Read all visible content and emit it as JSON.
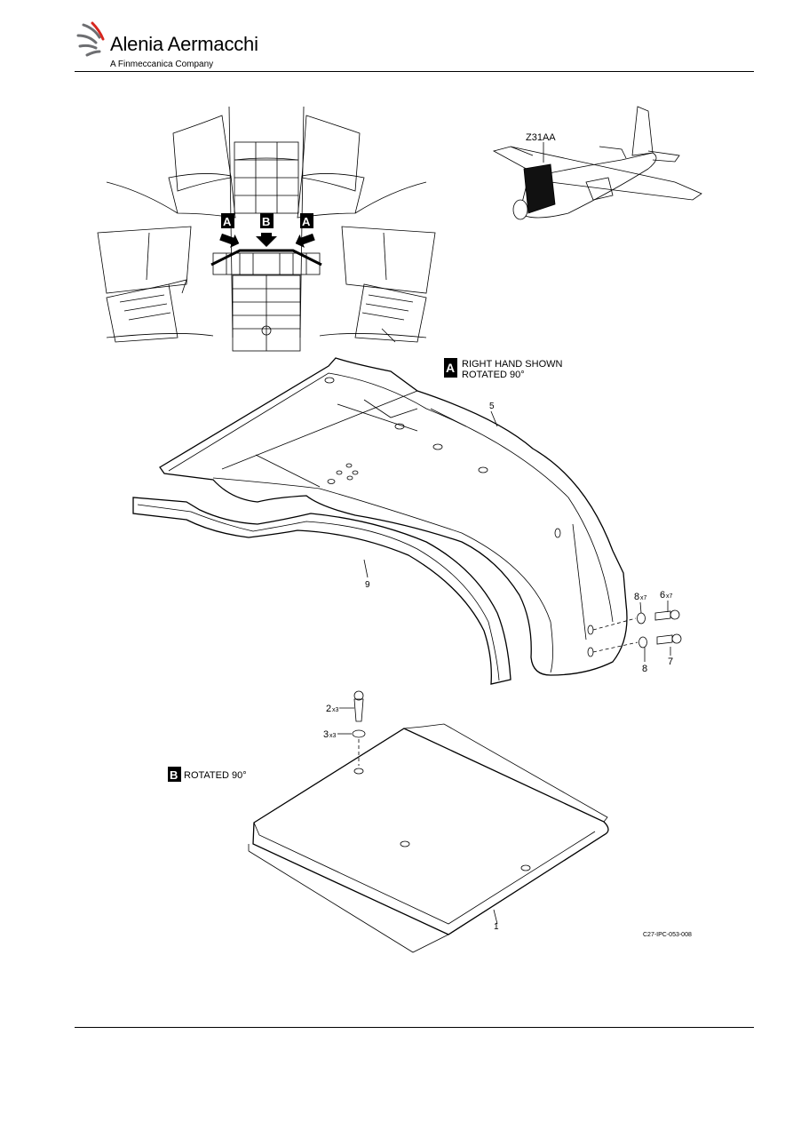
{
  "header": {
    "brand": "Alenia Aermacchi",
    "tagline": "A Finmeccanica Company"
  },
  "figure": {
    "zone_label": "Z31AA",
    "view_markers": {
      "a": "A",
      "b": "B"
    },
    "view_a_caption_line1": "RIGHT HAND SHOWN",
    "view_a_caption_line2": "ROTATED 90°",
    "view_b_caption": "ROTATED 90°",
    "callouts": [
      {
        "item": "5",
        "qty": ""
      },
      {
        "item": "9",
        "qty": ""
      },
      {
        "item": "8",
        "qty": "x7"
      },
      {
        "item": "6",
        "qty": "x7"
      },
      {
        "item": "7",
        "qty": ""
      },
      {
        "item": "8",
        "qty": ""
      },
      {
        "item": "2",
        "qty": "x3"
      },
      {
        "item": "3",
        "qty": "x3"
      },
      {
        "item": "1",
        "qty": ""
      }
    ],
    "figure_id": "C27-IPC-053-008"
  },
  "colors": {
    "line": "#000000",
    "logo_red": "#d7261e",
    "logo_grey": "#6d6e71"
  }
}
